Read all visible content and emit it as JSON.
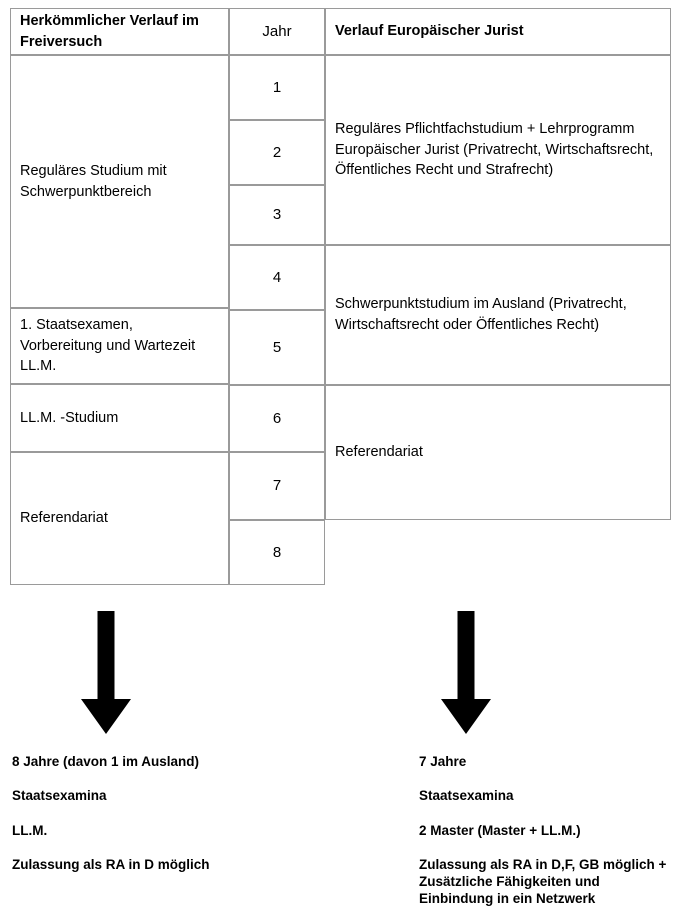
{
  "table": {
    "headers": {
      "left": "Herkömmlicher Verlauf im Freiversuch",
      "year": "Jahr",
      "right": "Verlauf Europäischer Jurist"
    },
    "left_column": [
      "Reguläres Studium mit Schwerpunktbereich",
      "1. Staatsexamen, Vorbereitung und Wartezeit LL.M.",
      "LL.M. -Studium",
      "Referendariat"
    ],
    "years": [
      "1",
      "2",
      "3",
      "4",
      "5",
      "6",
      "7",
      "8"
    ],
    "right_column": [
      "Reguläres Pflichtfachstudium + Lehrprogramm Europäischer Jurist (Privatrecht, Wirtschaftsrecht, Öffentliches Recht und Strafrecht)",
      "Schwerpunktstudium im Ausland (Privatrecht, Wirtschaftsrecht oder Öffentliches Recht)",
      "Referendariat"
    ]
  },
  "arrows": {
    "left_label": "down-arrow",
    "right_label": "down-arrow",
    "color": "#000000"
  },
  "summary_left": [
    "8 Jahre (davon 1 im Ausland)",
    "Staatsexamina",
    "LL.M.",
    "Zulassung als RA in D möglich"
  ],
  "summary_right": [
    "7 Jahre",
    "Staatsexamina",
    "2 Master (Master + LL.M.)",
    "Zulassung als RA in D,F, GB möglich + Zusätzliche Fähigkeiten und Einbindung in ein Netzwerk"
  ]
}
